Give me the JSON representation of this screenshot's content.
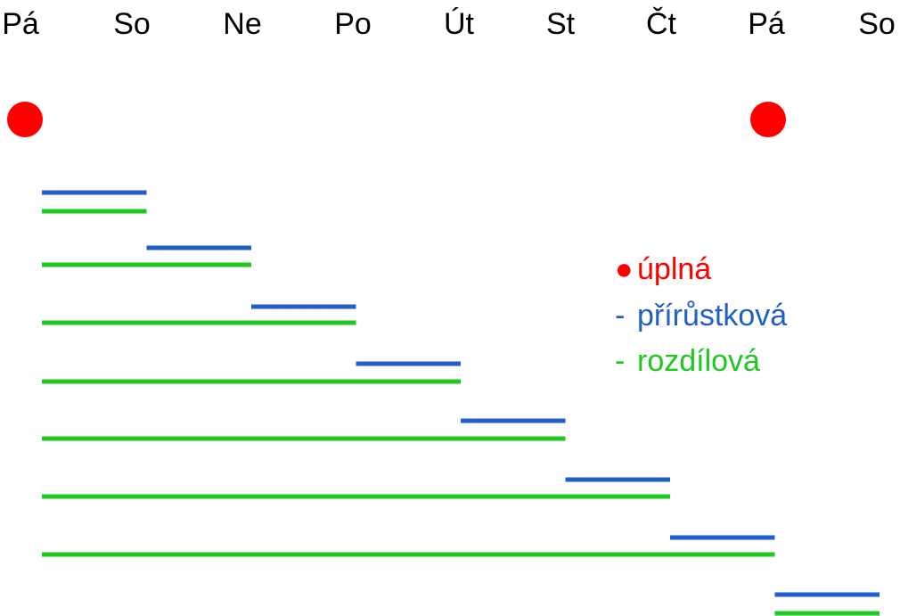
{
  "days": [
    "Pá",
    "So",
    "Ne",
    "Po",
    "Út",
    "St",
    "Čt",
    "Pá",
    "So"
  ],
  "full_backup_days": [
    0,
    7
  ],
  "backup_spans": {
    "incremental": [
      [
        0,
        1
      ],
      [
        1,
        2
      ],
      [
        2,
        3
      ],
      [
        3,
        4
      ],
      [
        4,
        5
      ],
      [
        5,
        6
      ],
      [
        6,
        7
      ],
      [
        7,
        8
      ]
    ],
    "differential": [
      [
        0,
        1
      ],
      [
        0,
        2
      ],
      [
        0,
        3
      ],
      [
        0,
        4
      ],
      [
        0,
        5
      ],
      [
        0,
        6
      ],
      [
        0,
        7
      ],
      [
        7,
        8
      ]
    ]
  },
  "legend": {
    "full": {
      "marker": "●",
      "label": "úplná"
    },
    "incremental": {
      "marker": "-",
      "label": "přírůstková"
    },
    "differential": {
      "marker": "-",
      "label": "rozdílová"
    }
  },
  "colors": {
    "full": "#ff0000",
    "incremental": "#1f5fc6",
    "differential": "#1ec81e",
    "text": "#000000"
  }
}
